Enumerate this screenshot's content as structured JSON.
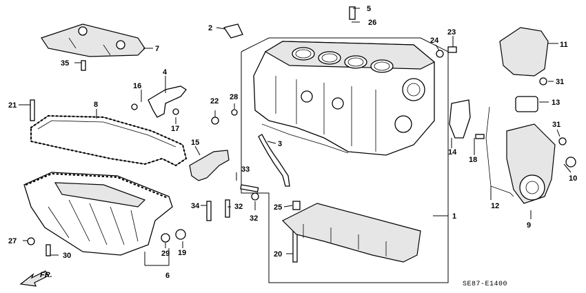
{
  "callouts": [
    "1",
    "2",
    "3",
    "4",
    "5",
    "6",
    "7",
    "8",
    "9",
    "10",
    "11",
    "12",
    "13",
    "14",
    "15",
    "16",
    "17",
    "18",
    "19",
    "20",
    "21",
    "22",
    "23",
    "24",
    "25",
    "26",
    "27",
    "28",
    "29",
    "30",
    "31",
    "31",
    "32",
    "32",
    "33",
    "34",
    "35"
  ],
  "diagram_code": "SE87-E1400",
  "direction_label": "FR."
}
